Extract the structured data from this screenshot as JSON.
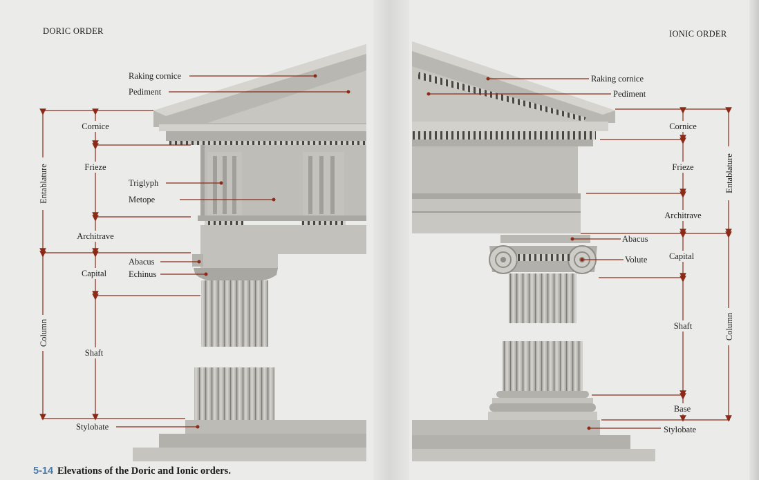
{
  "headings": {
    "left": "DORIC ORDER",
    "right": "IONIC ORDER"
  },
  "caption": {
    "figure": "5-14",
    "text": "Elevations of the Doric and Ionic orders."
  },
  "doric": {
    "raking_cornice": "Raking cornice",
    "pediment": "Pediment",
    "cornice": "Cornice",
    "frieze": "Frieze",
    "triglyph": "Triglyph",
    "metope": "Metope",
    "architrave": "Architrave",
    "abacus": "Abacus",
    "echinus": "Echinus",
    "capital": "Capital",
    "shaft": "Shaft",
    "stylobate": "Stylobate",
    "entablature": "Entablature",
    "column": "Column"
  },
  "ionic": {
    "raking_cornice": "Raking cornice",
    "pediment": "Pediment",
    "cornice": "Cornice",
    "frieze": "Frieze",
    "architrave": "Architrave",
    "abacus": "Abacus",
    "volute": "Volute",
    "capital": "Capital",
    "shaft": "Shaft",
    "base": "Base",
    "stylobate": "Stylobate",
    "entablature": "Entablature",
    "column": "Column"
  },
  "colors": {
    "leader": "#8b2a17",
    "stone": "#c9c7c1",
    "stone_dark": "#a9a7a1",
    "stone_shadow": "#8e8c86"
  }
}
